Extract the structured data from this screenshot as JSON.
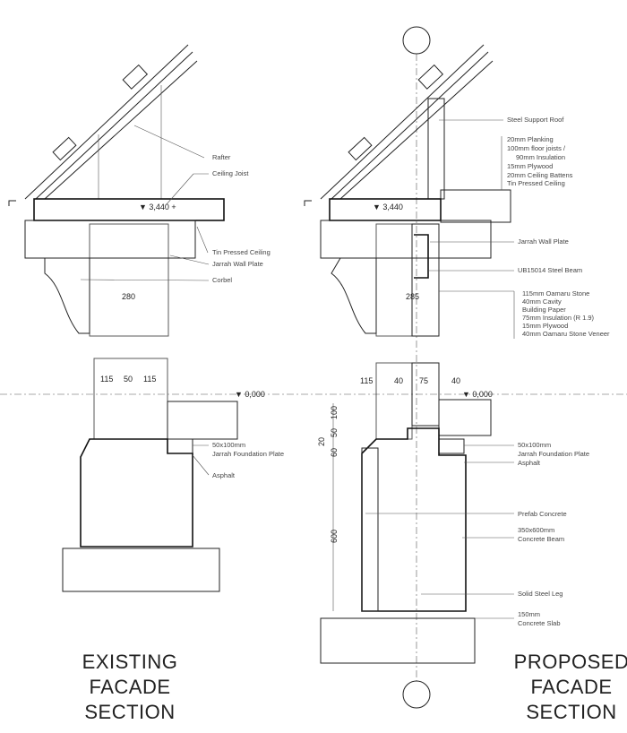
{
  "existing": {
    "title_lines": [
      "EXISTING",
      "FACADE",
      "SECTION"
    ],
    "level_top": "▼ 3,440 +",
    "level_floor": "▼ 0,000",
    "dim_wall": "280",
    "dims_wall": [
      "115",
      "50",
      "115"
    ],
    "labels": {
      "rafter": "Rafter",
      "ceiling_joist": "Ceiling Joist",
      "tin_ceiling": "Tin Pressed Ceiling",
      "wall_plate": "Jarrah Wall Plate",
      "corbel": "Corbel",
      "foundation_plate_1": "50x100mm",
      "foundation_plate_2": "Jarrah Foundation Plate",
      "asphalt": "Asphalt"
    }
  },
  "proposed": {
    "title_lines": [
      "PROPOSED",
      "FACADE",
      "SECTION"
    ],
    "level_top": "▼ 3,440",
    "level_floor": "▼ 0,000",
    "dim_wall": "285",
    "dims_wall": [
      "115",
      "40",
      "75",
      "40"
    ],
    "dims_vertical": [
      "100",
      "50",
      "20",
      "60",
      "600"
    ],
    "labels": {
      "steel_roof": "Steel Support Roof",
      "floor_build": [
        "20mm Planking",
        "100mm floor joists /",
        "90mm Insulation",
        "15mm Plywood",
        "20mm Ceiling Battens",
        "Tin Pressed Ceiling"
      ],
      "wall_plate": "Jarrah Wall Plate",
      "steel_beam": "UB15014 Steel Beam",
      "wall_build": [
        "115mm Oamaru Stone",
        "40mm Cavity",
        "Building Paper",
        "75mm Insulation (R 1.9)",
        "15mm Plywood",
        "40mm Oamaru Stone Veneer"
      ],
      "foundation_plate_1": "50x100mm",
      "foundation_plate_2": "Jarrah Foundation Plate",
      "asphalt": "Asphalt",
      "prefab": "Prefab Concrete",
      "beam_1": "350x600mm",
      "beam_2": "Concrete Beam",
      "steel_leg": "Solid Steel Leg",
      "slab_1": "150mm",
      "slab_2": "Concrete Slab"
    }
  }
}
